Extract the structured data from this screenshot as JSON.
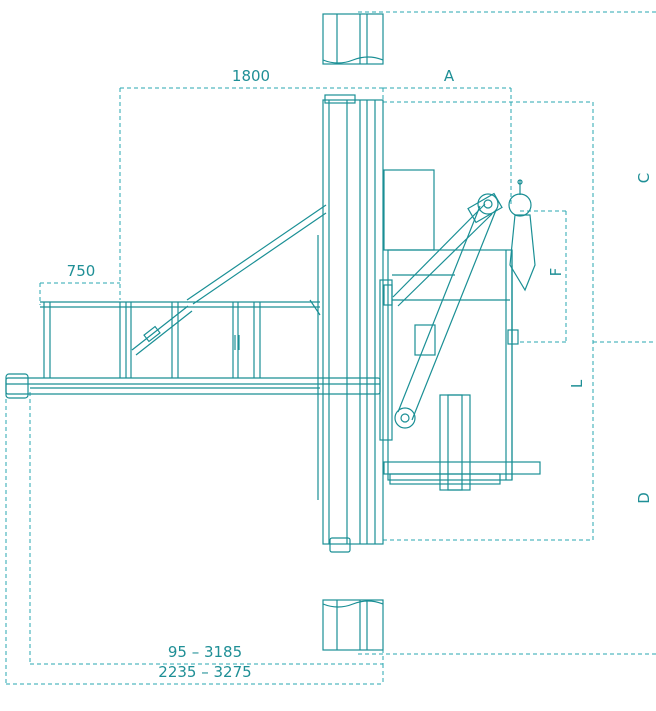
{
  "colors": {
    "line": "#1a8f95",
    "dim": "#2aa7b0",
    "text": "#1f8f96"
  },
  "dimensions": {
    "top_width": "1800",
    "top_a": "A",
    "left_width": "750",
    "right_c": "C",
    "right_d": "D",
    "right_f": "F",
    "right_l": "L",
    "bottom_inner": "95 – 3185",
    "bottom_outer": "2235 – 3275"
  }
}
